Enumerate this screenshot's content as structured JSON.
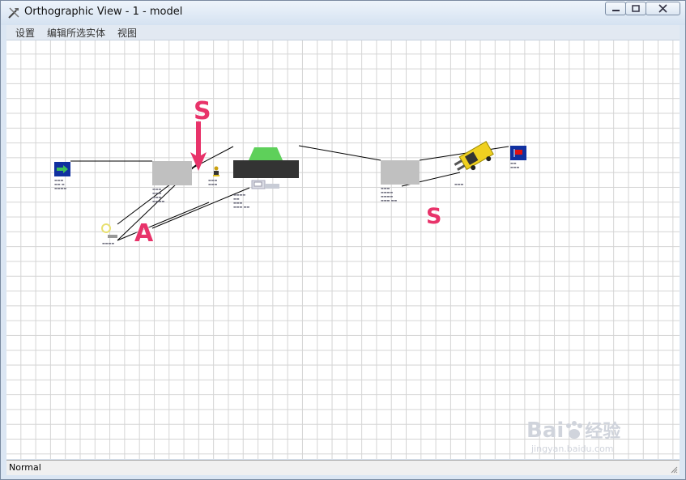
{
  "window": {
    "title": "Orthographic View - 1 - model"
  },
  "menu": {
    "items": [
      "设置",
      "编辑所选实体",
      "视图"
    ]
  },
  "status": {
    "mode": "Normal"
  },
  "annotations": {
    "s1": "S",
    "s2": "S",
    "a": "A"
  },
  "watermark": {
    "brand": "Bai",
    "cn": "经验",
    "url": "jingyan.baidu.com"
  },
  "colors": {
    "accent": "#e8336a",
    "queue": "#c0c0c0",
    "conveyor": "#333333",
    "source": "#1030a0"
  }
}
